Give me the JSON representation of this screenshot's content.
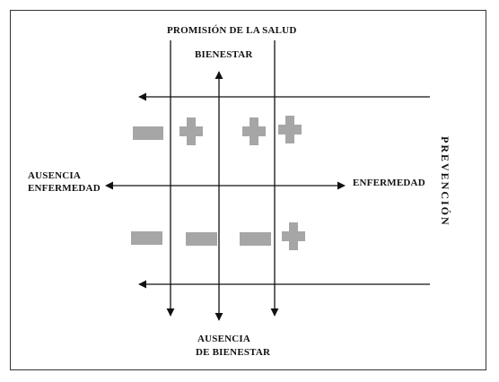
{
  "labels": {
    "top_title": "PROMISIÓN DE LA SALUD",
    "bienestar": "BIENESTAR",
    "ausencia_enfermedad_line1": "AUSENCIA",
    "ausencia_enfermedad_line2": "ENFERMEDAD",
    "enfermedad": "ENFERMEDAD",
    "ausencia_bienestar_line1": "AUSENCIA",
    "ausencia_bienestar_line2": "DE BIENESTAR",
    "prevencion": "PREVENCIÓN"
  },
  "colors": {
    "line": "#111111",
    "sign": "#a6a6a6"
  },
  "signs": {
    "top_row": [
      "minus",
      "plus",
      "plus",
      "plus"
    ],
    "bottom_row": [
      "minus",
      "minus",
      "minus",
      "plus"
    ]
  }
}
